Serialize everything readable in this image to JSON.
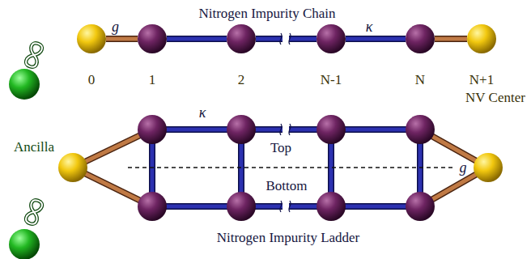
{
  "diagram": {
    "nodes": [
      {
        "text": [
          "0"
        ]
      },
      {
        "text": [
          "1"
        ]
      },
      {
        "text": [
          "2"
        ]
      },
      {
        "text": [
          "N-1"
        ]
      },
      {
        "text": [
          "N"
        ]
      },
      {
        "text": [
          "N+1"
        ]
      }
    ],
    "edges": [
      {
        "from": 0,
        "to": 1,
        "arrow": "none",
        "label": "g"
      },
      {
        "from": 1,
        "to": 2,
        "arrow": "none"
      },
      {
        "from": 2,
        "to": 3,
        "arrow": "none"
      },
      {
        "from": 3,
        "to": 4,
        "arrow": "none",
        "label": "κ"
      },
      {
        "from": 4,
        "to": 5,
        "arrow": "none"
      }
    ],
    "labels": [
      "Nitrogen Impurity Chain",
      "Ancilla",
      "NV Center",
      "κ",
      "Top",
      "Bottom",
      "g",
      "Nitrogen Impurity Ladder"
    ]
  }
}
